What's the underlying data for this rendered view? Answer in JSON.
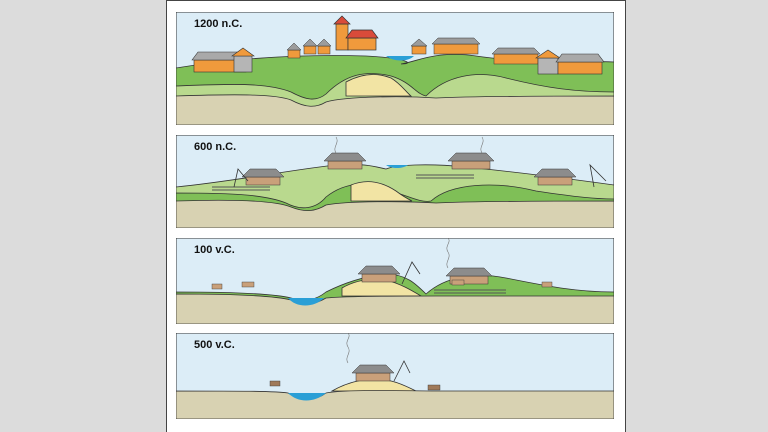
{
  "panels": [
    {
      "label": "1200 n.C."
    },
    {
      "label": "600 n.C."
    },
    {
      "label": "100 v.C."
    },
    {
      "label": "500 v.C."
    }
  ],
  "colors": {
    "sky": "#dcedf7",
    "soil": "#d8d2b2",
    "mound_sand": "#f2e4a4",
    "grass_light": "#b9d98e",
    "grass": "#7fbf57",
    "water": "#2a9fd6",
    "roof_thatch": "#8c8c8c",
    "roof_tile": "#f09a3c",
    "church": "#d94b3a",
    "outline": "#333333"
  }
}
